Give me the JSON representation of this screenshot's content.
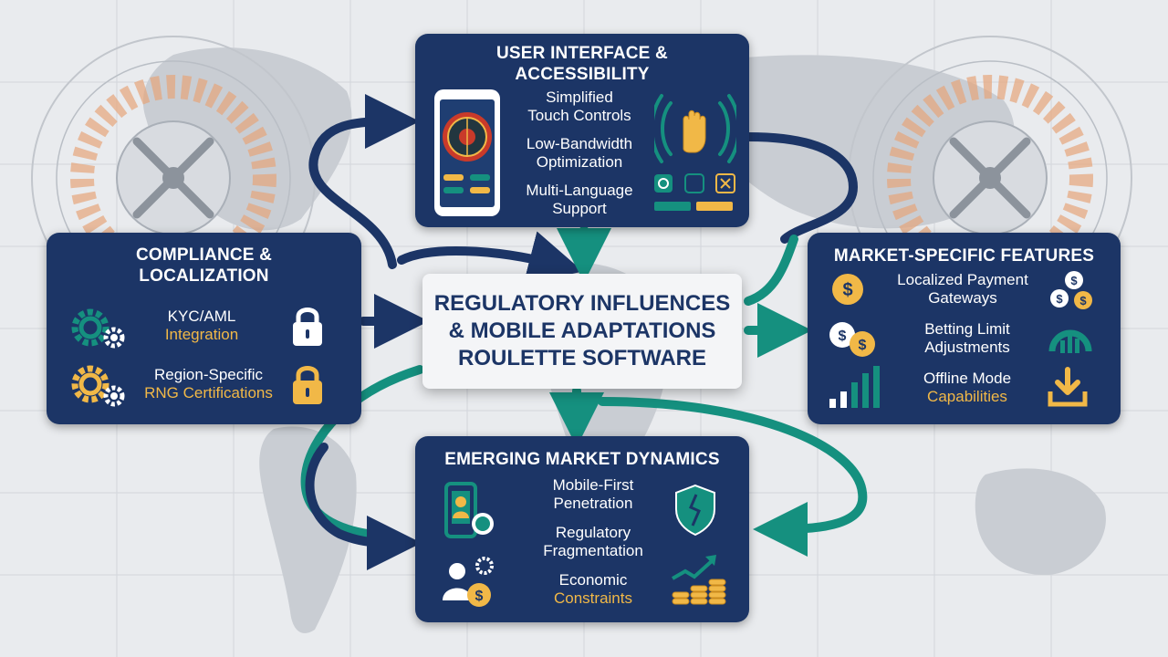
{
  "center": {
    "lines": [
      "REGULATORY INFLUENCES",
      "& MOBILE ADAPTATIONS",
      "ROULETTE SOFTWARE"
    ]
  },
  "ui_panel": {
    "title": [
      "USER INTERFACE &",
      "ACCESSIBILITY"
    ],
    "items": [
      {
        "lines": [
          "Simplified",
          "Touch Controls"
        ],
        "icon": "touch-hand-icon"
      },
      {
        "lines": [
          "Low-Bandwidth",
          "Optimization"
        ],
        "icon": "signal-waves-icon"
      },
      {
        "lines": [
          "Multi-Language",
          "Support"
        ],
        "icon": "language-buttons-icon"
      }
    ],
    "phone_icon": "mobile-roulette-icon"
  },
  "compliance_panel": {
    "title": [
      "COMPLIANCE &",
      "LOCALIZATION"
    ],
    "items": [
      {
        "lines": [
          "KYC/AML",
          "Integration"
        ],
        "icon": "gears-icon",
        "badge": "padlock-icon"
      },
      {
        "lines": [
          "Region-Specific",
          "RNG Certifications"
        ],
        "icon": "gears-icon",
        "badge": "padlock-icon"
      }
    ]
  },
  "market_panel": {
    "title": "MARKET-SPECIFIC FEATURES",
    "items": [
      {
        "lines": [
          "Localized Payment",
          "Gateways"
        ],
        "icon": "dollar-coin-icon"
      },
      {
        "lines": [
          "Betting Limit",
          "Adjustments"
        ],
        "icon": "gauge-icon"
      },
      {
        "lines": [
          "Offline Mode",
          "Capabilities"
        ],
        "icon": "download-icon"
      }
    ]
  },
  "emerging_panel": {
    "title": "EMERGING MARKET DYNAMICS",
    "items": [
      {
        "lines": [
          "Mobile-First",
          "Penetration"
        ],
        "icon": "mobile-user-icon"
      },
      {
        "lines": [
          "Regulatory",
          "Fragmentation"
        ],
        "icon": "cracked-shield-icon"
      },
      {
        "lines": [
          "Economic",
          "Constraints"
        ],
        "icon": "coin-stack-growth-icon"
      }
    ]
  },
  "colors": {
    "panel": "#1c3566",
    "gold": "#f1b847",
    "teal": "#15907f",
    "navy_arrow": "#1c3566",
    "center_bg": "#f4f5f7"
  }
}
